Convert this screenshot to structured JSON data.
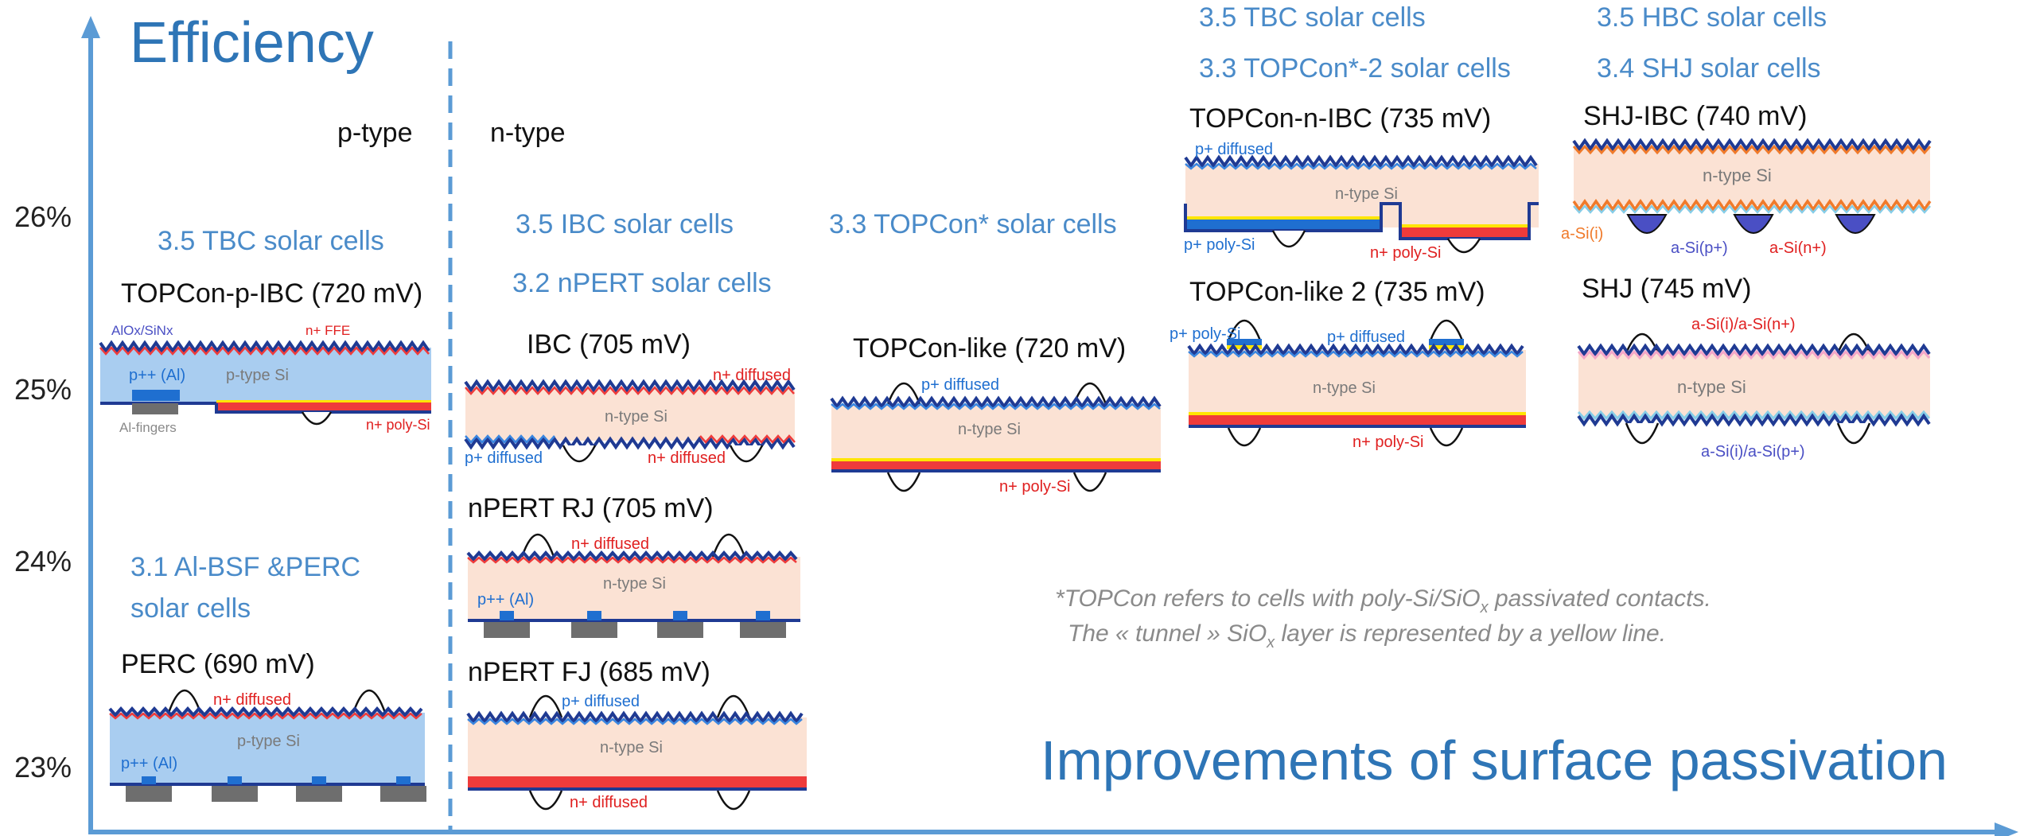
{
  "colors": {
    "axis": "#5b9bd5",
    "title_blue": "#2e75b6",
    "section_blue": "#4a8bc9",
    "dark_navy": "#1f3a93",
    "si_n": "#fbe2d4",
    "si_p": "#a9cdf0",
    "red": "#ef3b3b",
    "red_text": "#e02020",
    "blue_text": "#1f6fd0",
    "yellow": "#ffe500",
    "gray": "#6e6e6e",
    "orange": "#f07a2a",
    "pink": "#f4a6c8",
    "light_blue": "#86cde8",
    "purple": "#4a4fc4"
  },
  "axes": {
    "y_title": "Efficiency",
    "x_title": "Improvements of surface passivation",
    "y_ticks": [
      "26%",
      "25%",
      "24%",
      "23%"
    ]
  },
  "regions": {
    "p_label": "p-type",
    "n_label": "n-type"
  },
  "sections": {
    "tbc_left": "3.5 TBC solar cells",
    "albsf_line1": "3.1 Al-BSF &PERC",
    "albsf_line2": "solar cells",
    "ibc": "3.5 IBC solar cells",
    "npert": "3.2 nPERT solar cells",
    "topcon": "3.3 TOPCon* solar cells",
    "tbc_right": "3.5 TBC solar cells",
    "topcon2": "3.3 TOPCon*-2 solar cells",
    "hbc": "3.5 HBC solar cells",
    "shj": "3.4 SHJ solar cells"
  },
  "cells": {
    "topcon_p_ibc": {
      "title": "TOPCon-p-IBC (720 mV)",
      "bulk": "p-type Si",
      "l1": "AlOx/SiNx",
      "l2": "n+ FFE",
      "l3": "p++ (Al)",
      "l4": "Al-fingers",
      "l5": "n+ poly-Si"
    },
    "perc": {
      "title": "PERC (690 mV)",
      "bulk": "p-type Si",
      "l1": "n+ diffused",
      "l2": "p++ (Al)"
    },
    "ibc": {
      "title": "IBC (705 mV)",
      "bulk": "n-type Si",
      "l1": "n+ diffused",
      "l2": "p+ diffused",
      "l3": "n+ diffused"
    },
    "npert_rj": {
      "title": "nPERT RJ (705 mV)",
      "bulk": "n-type Si",
      "l1": "n+ diffused",
      "l2": "p++ (Al)"
    },
    "npert_fj": {
      "title": "nPERT FJ (685 mV)",
      "bulk": "n-type Si",
      "l1": "p+ diffused",
      "l2": "n+ diffused"
    },
    "topcon_like": {
      "title": "TOPCon-like (720 mV)",
      "bulk": "n-type Si",
      "l1": "p+ diffused",
      "l2": "n+ poly-Si"
    },
    "topcon_n_ibc": {
      "title": "TOPCon-n-IBC (735 mV)",
      "bulk": "n-type Si",
      "l1": "p+ diffused",
      "l2": "p+ poly-Si",
      "l3": "n+ poly-Si"
    },
    "topcon_like2": {
      "title": "TOPCon-like 2 (735 mV)",
      "bulk": "n-type Si",
      "l1": "p+ poly-Si",
      "l2": "p+ diffused",
      "l3": "n+ poly-Si"
    },
    "shj_ibc": {
      "title": "SHJ-IBC (740 mV)",
      "bulk": "n-type Si",
      "l1": "a-Si(i)",
      "l2": "a-Si(p+)",
      "l3": "a-Si(n+)"
    },
    "shj": {
      "title": "SHJ (745 mV)",
      "bulk": "n-type Si",
      "l1": "a-Si(i)/a-Si(n+)",
      "l2": "a-Si(i)/a-Si(p+)"
    }
  },
  "footnote": {
    "line1_a": "*TOPCon refers to cells with poly-Si/SiO",
    "line1_sub": "x",
    "line1_b": " passivated contacts.",
    "line2_a": "The « tunnel » SiO",
    "line2_sub": "x",
    "line2_b": " layer is represented by a yellow line."
  }
}
